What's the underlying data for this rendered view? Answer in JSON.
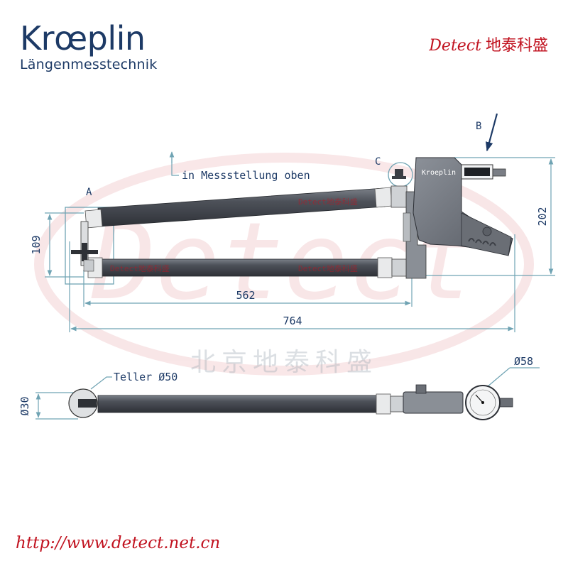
{
  "brand": {
    "name": "Krœplin",
    "subtitle": "Längenmesstechnik"
  },
  "dealer": {
    "en": "Detect",
    "cn": "地泰科盛"
  },
  "footer": {
    "url": "http://www.detect.net.cn"
  },
  "watermark": {
    "big": "Detect",
    "cn": "北京地泰科盛",
    "small": "Detect地泰科盛"
  },
  "labels": {
    "A": "A",
    "B": "B",
    "C": "C",
    "position_note": "in Messstellung oben",
    "teller": "Teller Ø50",
    "gauge_device": "Kroeplin"
  },
  "dimensions": {
    "d109": "109",
    "d202": "202",
    "d562": "562",
    "d764": "764",
    "d30": "Ø30",
    "d58": "Ø58"
  },
  "colors": {
    "line": "#6fa3b3",
    "arm": "#4a4e55",
    "brand": "#1d3a66",
    "red": "#c1121f"
  }
}
